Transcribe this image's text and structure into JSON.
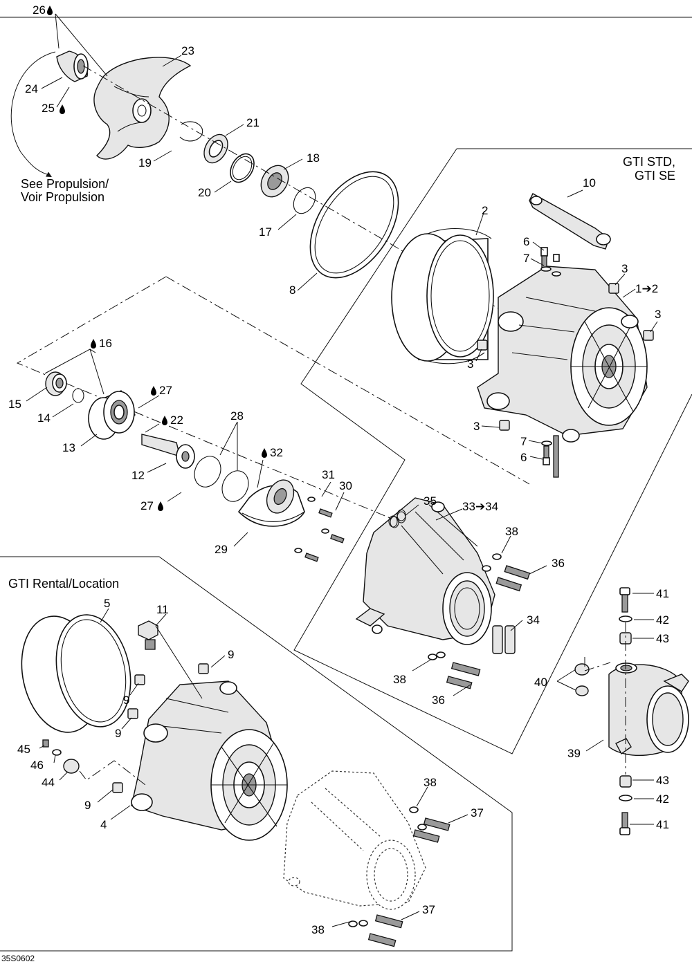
{
  "diagram": {
    "diagram_id": "35S0602",
    "section_labels": {
      "gti_std_line1": "GTI STD,",
      "gti_std_line2": "GTI SE",
      "gti_rental": "GTI Rental/Location"
    },
    "reference_note": {
      "line1": "See Propulsion/",
      "line2": "Voir Propulsion"
    },
    "callouts": {
      "c26": "26",
      "c23": "23",
      "c24": "24",
      "c25": "25",
      "c21": "21",
      "c19": "19",
      "c18": "18",
      "c20": "20",
      "c17": "17",
      "c10": "10",
      "c2": "2",
      "c8": "8",
      "c6a": "6",
      "c7a": "7",
      "c3a": "3",
      "c1to2": "1➔2",
      "c3b": "3",
      "c3c": "3",
      "c16": "16",
      "c27a": "27",
      "c15": "15",
      "c14": "14",
      "c13": "13",
      "c22": "22",
      "c28": "28",
      "c3d": "3",
      "c7b": "7",
      "c6b": "6",
      "c12": "12",
      "c32": "32",
      "c31": "31",
      "c30": "30",
      "c27b": "27",
      "c35": "35",
      "c33to34": "33➔34",
      "c38a": "38",
      "c36a": "36",
      "c29": "29",
      "c34": "34",
      "c38b": "38",
      "c36b": "36",
      "c5": "5",
      "c11": "11",
      "c9a": "9",
      "c9b": "9",
      "c9c": "9",
      "c45": "45",
      "c46": "46",
      "c44": "44",
      "c9d": "9",
      "c4": "4",
      "c38c": "38",
      "c37a": "37",
      "c38d": "38",
      "c37b": "37",
      "c41a": "41",
      "c42a": "42",
      "c43a": "43",
      "c40": "40",
      "c39": "39",
      "c43b": "43",
      "c42b": "42",
      "c41b": "41"
    }
  }
}
